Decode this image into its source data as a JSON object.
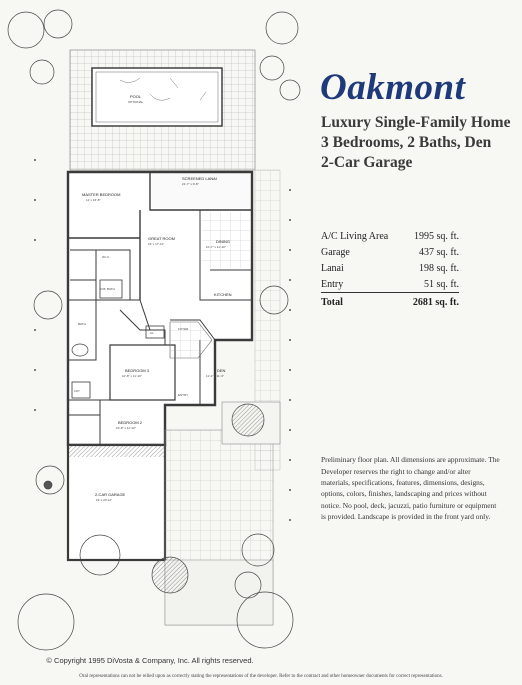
{
  "title": "Oakmont",
  "subtitle_lines": [
    "Luxury Single-Family Home",
    "3 Bedrooms, 2 Baths, Den",
    "2-Car Garage"
  ],
  "areas": {
    "rows": [
      {
        "label": "A/C Living Area",
        "value": "1995 sq. ft."
      },
      {
        "label": "Garage",
        "value": "437 sq. ft."
      },
      {
        "label": "Lanai",
        "value": "198 sq. ft."
      },
      {
        "label": "Entry",
        "value": "51 sq. ft."
      }
    ],
    "total": {
      "label": "Total",
      "value": "2681 sq. ft."
    }
  },
  "disclaimer": "Preliminary floor plan. All dimensions are approximate. The Developer reserves the right to change and/or alter materials, specifications, features, dimensions, designs, options, colors, finishes, landscaping and prices without notice. No pool, deck, jacuzzi, patio furniture or equipment is provided. Landscape is provided in the front yard only.",
  "copyright": "© Copyright 1995 DiVosta & Company, Inc. All rights reserved.",
  "footnote": "Oral representations can not be relied upon as correctly stating the representations of the developer. Refer to the contract and other homeowner documents for correct representations.",
  "rooms": {
    "pool": {
      "name": "POOL",
      "dim": "OPTIONAL"
    },
    "lanai": {
      "name": "SCREENED LANAI",
      "dim": "21'-7\" x 9'-8\""
    },
    "master": {
      "name": "MASTER BEDROOM",
      "dim": "11' x 16'-8\""
    },
    "great": {
      "name": "GREAT ROOM",
      "dim": "16' x 17'-11\""
    },
    "dining": {
      "name": "DINING",
      "dim": "10'-7\" x 11'-10\""
    },
    "kitchen": {
      "name": "KITCHEN"
    },
    "wic": {
      "name": "W.I.C."
    },
    "mbath": {
      "name": "M.B. BATH"
    },
    "bath": {
      "name": "BATH"
    },
    "bed3": {
      "name": "BEDROOM 3",
      "dim": "10'-8\" x 11'-10\""
    },
    "bed2": {
      "name": "BEDROOM 2",
      "dim": "10'-8\" x 11'-10\""
    },
    "foyer": {
      "name": "FOYER"
    },
    "den": {
      "name": "DEN",
      "dim": "11'-2\" x 11'-4\""
    },
    "entry": {
      "name": "ENTRY"
    },
    "garage": {
      "name": "2-CAR GARAGE",
      "dim": "19' x 20'-11\""
    },
    "cl": {
      "name": "CL"
    },
    "ldy": {
      "name": "LDY"
    }
  },
  "colors": {
    "title": "#1f3a7a",
    "wall": "#4a4a4a",
    "line": "#555555"
  }
}
